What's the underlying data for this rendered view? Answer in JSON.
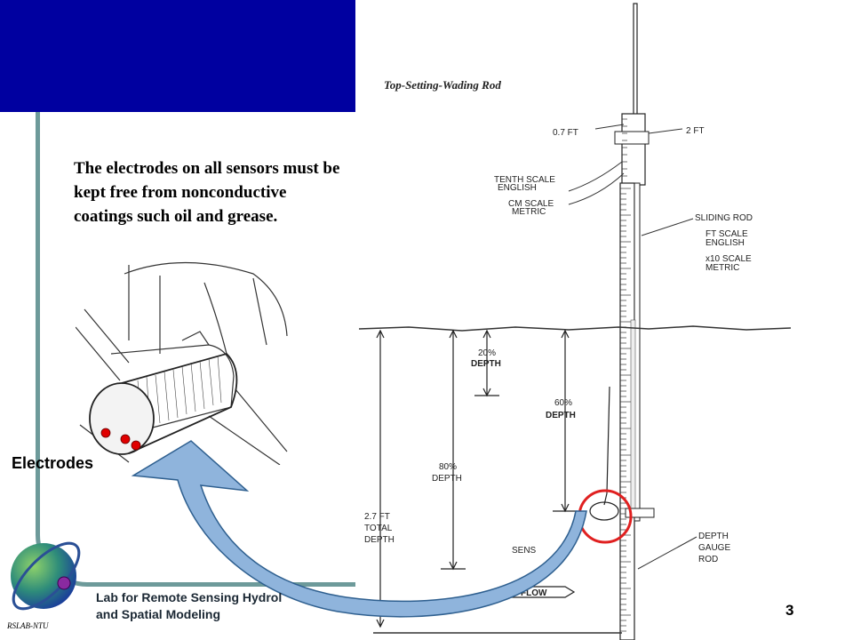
{
  "body_text": "The electrodes on all sensors must be kept free from nonconductive coatings such oil and grease.",
  "callout": {
    "label": "Electrodes"
  },
  "diagram": {
    "title": "Top-Setting-Wading Rod",
    "labels": {
      "top_left_reading": "0.7 FT",
      "top_right_reading": "2 FT",
      "tenth_scale_line1": "TENTH SCALE",
      "tenth_scale_line2": "ENGLISH",
      "cm_scale_line1": "CM SCALE",
      "cm_scale_line2": "METRIC",
      "sliding_rod": "SLIDING ROD",
      "ft_scale_line1": "FT SCALE",
      "ft_scale_line2": "ENGLISH",
      "x10_scale_line1": "x10 SCALE",
      "x10_scale_line2": "METRIC",
      "depth20_line1": "20%",
      "depth20_line2": "DEPTH",
      "depth60_line1": "60%",
      "depth60_line2": "DEPTH",
      "depth80_line1": "80%",
      "depth80_line2": "DEPTH",
      "total_line1": "2.7 FT",
      "total_line2": "TOTAL",
      "total_line3": "DEPTH",
      "sensor": "SENS",
      "flow": "FLOW",
      "gauge_line1": "DEPTH",
      "gauge_line2": "GAUGE",
      "gauge_line3": "ROD"
    }
  },
  "footer": {
    "lab_name": "Lab for Remote Sensing Hydrol\nand Spatial Modeling",
    "page_number": "3",
    "logo_caption": "RSLAB-NTU"
  },
  "colors": {
    "banner": "#0000a0",
    "frame": "#6d9a9a",
    "arrow_fill": "#8fb4dc",
    "arrow_stroke": "#2e5f8f",
    "electrode_dot": "#e00000",
    "highlight_circle": "#e02020"
  },
  "icons": {
    "logo": "globe-orbit-logo"
  }
}
